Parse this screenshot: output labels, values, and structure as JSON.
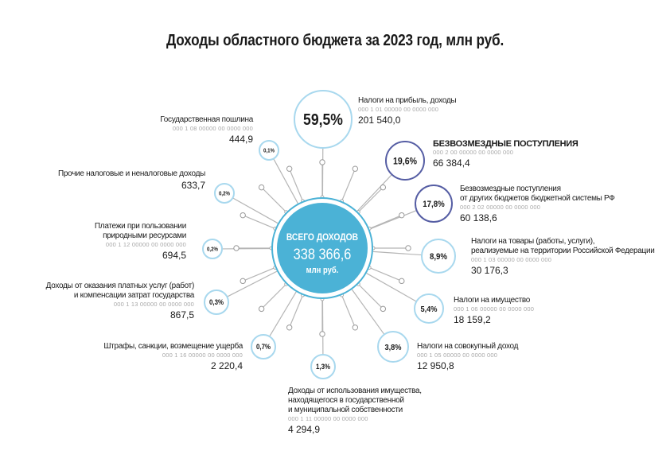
{
  "title": "Доходы областного бюджета за 2023 год, млн руб.",
  "colors": {
    "hub_fill": "#4bb2d6",
    "hub_ring": "#4bb2d6",
    "bubble_light": "#a8d8ee",
    "bubble_dark": "#565ea4",
    "spoke": "#b5b5b5",
    "node_stroke": "#9a9a9a"
  },
  "center": {
    "line1": "ВСЕГО ДОХОДОВ",
    "line2": "338 366,6",
    "line3": "млн руб."
  },
  "items": [
    {
      "pct": "59,5%",
      "name": [
        "Налоги на прибыль, доходы"
      ],
      "code": "000 1 01 00000 00 0000 000",
      "value": "201 540,0",
      "bold": false,
      "dark": false
    },
    {
      "pct": "19,6%",
      "name": [
        "БЕЗВОЗМЕЗДНЫЕ ПОСТУПЛЕНИЯ"
      ],
      "code": "000 2 00 00000 00 0000 000",
      "value": "66 384,4",
      "bold": true,
      "dark": true
    },
    {
      "pct": "17,8%",
      "name": [
        "Безвозмездные поступления",
        "от других бюджетов бюджетной системы РФ"
      ],
      "code": "000 2 02 00000 00 0000 000",
      "value": "60 138,6",
      "bold": false,
      "dark": true
    },
    {
      "pct": "8,9%",
      "name": [
        "Налоги на товары (работы, услуги),",
        "реализуемые на территории Российской Федерации"
      ],
      "code": "000 1 03 00000 00 0000 000",
      "value": "30 176,3",
      "bold": false,
      "dark": false
    },
    {
      "pct": "5,4%",
      "name": [
        "Налоги на имущество"
      ],
      "code": "000 1 06 00000 00 0000 000",
      "value": "18 159,2",
      "bold": false,
      "dark": false
    },
    {
      "pct": "3,8%",
      "name": [
        "Налоги на совокупный доход"
      ],
      "code": "000 1 05 00000 00 0000 000",
      "value": "12 950,8",
      "bold": false,
      "dark": false
    },
    {
      "pct": "1,3%",
      "name": [
        "Доходы от использования имущества,",
        "находящегося в государственной",
        "и муниципальной собственности"
      ],
      "code": "000 1 11 00000 00 0000 000",
      "value": "4 294,9",
      "bold": false,
      "dark": false
    },
    {
      "pct": "0,7%",
      "name": [
        "Штрафы, санкции, возмещение ущерба"
      ],
      "code": "000 1 16 00000 00 0000 000",
      "value": "2 220,4",
      "bold": false,
      "dark": false
    },
    {
      "pct": "0,3%",
      "name": [
        "Доходы от оказания платных услуг (работ)",
        "и компенсации затрат государства"
      ],
      "code": "000 1 13 00000 00 0000 000",
      "value": "867,5",
      "bold": false,
      "dark": false
    },
    {
      "pct": "0,2%",
      "name": [
        "Платежи при пользовании",
        "природными ресурсами"
      ],
      "code": "000 1 12 00000 00 0000 000",
      "value": "694,5",
      "bold": false,
      "dark": false
    },
    {
      "pct": "0,2%",
      "name": [
        "Прочие налоговые и неналоговые доходы"
      ],
      "code": "",
      "value": "633,7",
      "bold": false,
      "dark": false
    },
    {
      "pct": "0,1%",
      "name": [
        "Государственная пошлина"
      ],
      "code": "000 1 08 00000 00 0000 000",
      "value": "444,9",
      "bold": false,
      "dark": false
    }
  ]
}
